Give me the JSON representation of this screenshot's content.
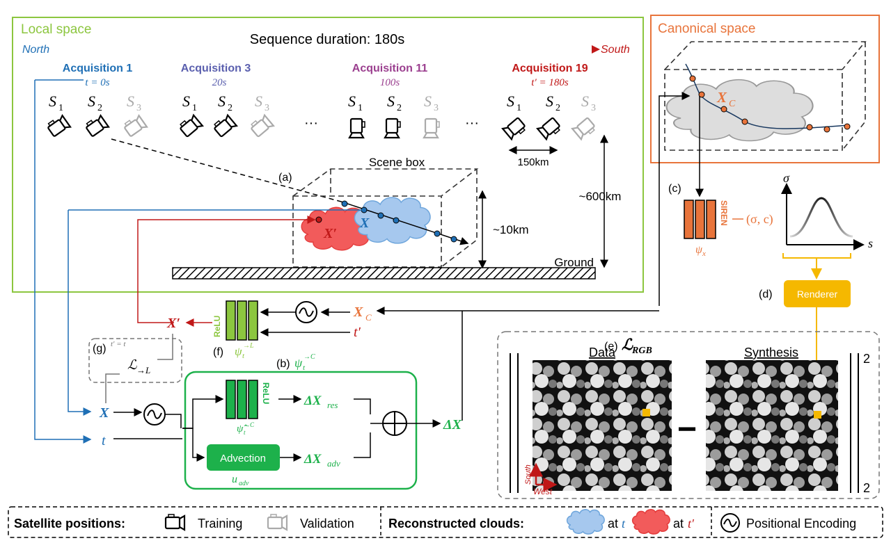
{
  "local": {
    "title": "Local space",
    "duration": "Sequence duration: 180s",
    "north": "North",
    "south": "South",
    "acq1": "Acquisition 1",
    "acq3": "Acquisition 3",
    "acq11": "Acquisition 11",
    "acq19": "Acquisition 19",
    "t1": "t = 0s",
    "t3": "20s",
    "t11": "100s",
    "t19": "t′ = 180s",
    "s1": "S",
    "s2": "S",
    "s3": "S",
    "sub1": "1",
    "sub2": "2",
    "sub3": "3",
    "ellipsis": "···",
    "km150": "150km",
    "scene_box": "Scene box",
    "label_a": "(a)",
    "km600": "~600km",
    "km10": "~10km",
    "ground": "Ground",
    "X": "X",
    "Xp": "X′"
  },
  "canonical": {
    "title": "Canonical space",
    "Xc": "X",
    "Xc_sub": "C"
  },
  "mlp": {
    "label_c": "(c)",
    "siren": "SIREN",
    "out": "(σ, c)",
    "psi_x": "ψ",
    "psi_x_sub": "x",
    "sigma": "σ",
    "s": "s",
    "label_d": "(d)",
    "renderer": "Renderer"
  },
  "loss": {
    "label_e": "(e)",
    "L": "ℒ",
    "L_sub": "RGB",
    "data": "Data",
    "synth": "Synthesis",
    "minus": "−",
    "sq": "2",
    "sq2": "2",
    "south": "South",
    "west": "West"
  },
  "inverse": {
    "Xc": "X",
    "Xc_sub": "C",
    "tp": "t′",
    "relu": "ReLU",
    "label_f": "(f)",
    "psi": "ψ",
    "psi_sub": "t",
    "psi_sup": "→L",
    "Xp": "X′"
  },
  "consistency": {
    "label_g": "(g)",
    "cond": "t′ = t",
    "L": "ℒ",
    "L_sub": "→L"
  },
  "forward": {
    "label_b": "(b)",
    "psi": "ψ",
    "psi_sub": "t",
    "psi_sup": "→C",
    "X": "X",
    "t": "t",
    "relu": "ReLU",
    "psi_hat": "ψ̂",
    "dres": "ΔX",
    "dres_sub": "res",
    "advection": "Advection",
    "u_adv": "u",
    "u_sub": "adv",
    "dadv": "ΔX",
    "dadv_sub": "adv",
    "dX": "ΔX"
  },
  "legend": {
    "sat": "Satellite positions:",
    "training": "Training",
    "validation": "Validation",
    "clouds": "Reconstructed clouds:",
    "at_t": "at",
    "t": "t",
    "at_tp": "at",
    "tp": "t′",
    "pe": "Positional Encoding"
  },
  "colors": {
    "blue": "#1f6fb5",
    "red": "#c01818",
    "orange": "#e8743b",
    "green": "#1db14b",
    "lightgreen": "#8cc63f",
    "yellow": "#f5b800",
    "purple3": "#5a5fae",
    "purple11": "#9b3f8f"
  }
}
